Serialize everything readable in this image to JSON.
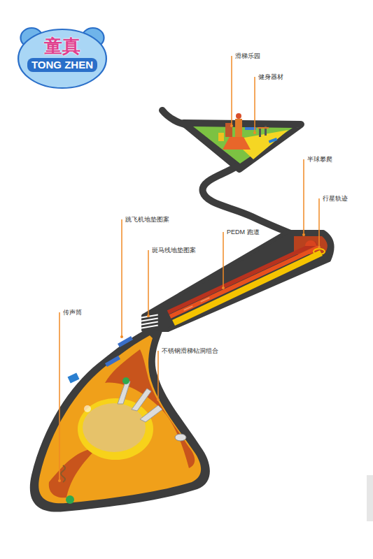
{
  "diagram": {
    "nodes": [
      {
        "text": [
          "童真",
          "TONG ZHEN"
        ]
      }
    ],
    "labels": [
      "滑梯乐园",
      "健身器材",
      "半球攀爬",
      "行星轨迹",
      "PEDM 跑道",
      "跳飞机地垫图案",
      "斑马线地垫图案",
      "传声筒",
      "不锈钢滑梯钻洞组合"
    ]
  }
}
